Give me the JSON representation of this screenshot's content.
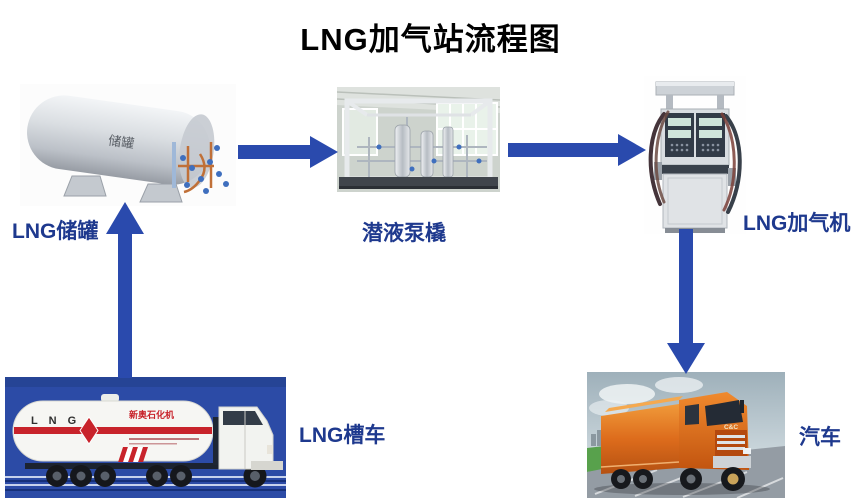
{
  "title": "LNG加气站流程图",
  "colors": {
    "arrow": "#2a4aad",
    "label": "#1e398e",
    "title": "#000000"
  },
  "nodes": {
    "tank": {
      "label": "LNG储罐",
      "icon": "storage-tank-photo",
      "photo_text": "储罐"
    },
    "pump": {
      "label": "潜液泵橇",
      "icon": "pump-skid-photo"
    },
    "dispenser": {
      "label": "LNG加气机",
      "icon": "lng-dispenser-photo"
    },
    "tanker": {
      "label": "LNG槽车",
      "icon": "lng-tanker-truck-photo",
      "photo_text": "L N G",
      "photo_brand": "新奥石化机"
    },
    "car": {
      "label": "汽车",
      "icon": "orange-truck-photo",
      "photo_brand": "C&C"
    }
  },
  "edges": [
    {
      "from": "LNG槽车",
      "to": "LNG储罐"
    },
    {
      "from": "LNG储罐",
      "to": "潜液泵橇"
    },
    {
      "from": "潜液泵橇",
      "to": "LNG加气机"
    },
    {
      "from": "LNG加气机",
      "to": "汽车"
    }
  ]
}
